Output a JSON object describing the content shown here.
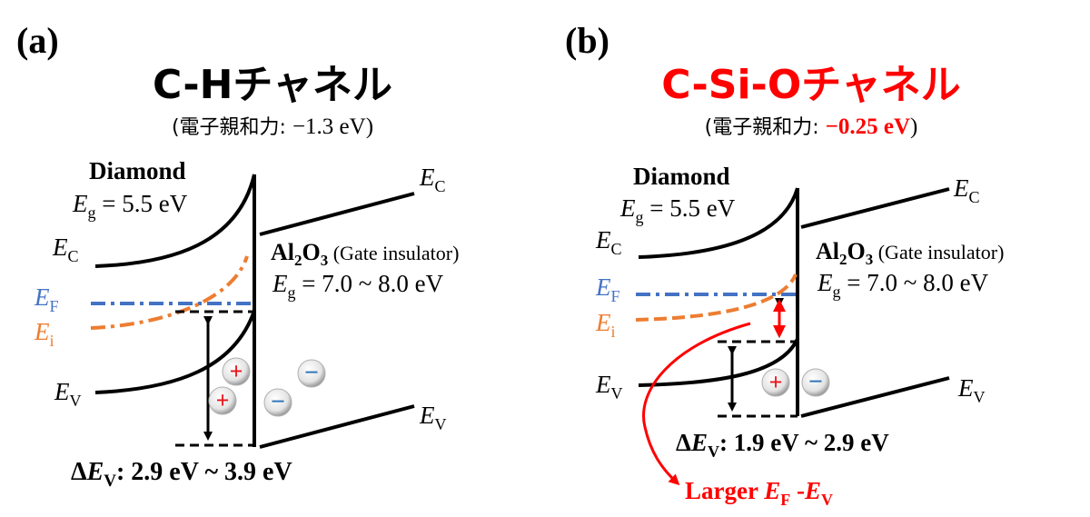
{
  "colors": {
    "black": "#000000",
    "red": "#ff0000",
    "blue": "#4472c4",
    "orange": "#ed7d31",
    "hole_plus": "#e8141c",
    "electron_minus": "#2e75b6"
  },
  "panel_a": {
    "label": "(a)",
    "title": "C-Hチャネル",
    "affinity_open": "(電子親和力: ",
    "affinity_value": "−1.3 eV",
    "affinity_close": ")",
    "diamond_label": "Diamond",
    "eg_diamond_sym": "E",
    "eg_diamond_sub": "g",
    "eg_diamond_val": " = 5.5 eV",
    "al2o3_al": "Al",
    "al2o3_2": "2",
    "al2o3_o": "O",
    "al2o3_3": "3",
    "al2o3_note": " (Gate insulator)",
    "eg_oxide_sym": "E",
    "eg_oxide_sub": "g",
    "eg_oxide_val": " = 7.0 ~ 8.0 eV",
    "ec_left": {
      "sym": "E",
      "sub": "C"
    },
    "ef_left": {
      "sym": "E",
      "sub": "F"
    },
    "ei_left": {
      "sym": "E",
      "sub": "i"
    },
    "ev_left": {
      "sym": "E",
      "sub": "V"
    },
    "ec_right": {
      "sym": "E",
      "sub": "C"
    },
    "ev_right": {
      "sym": "E",
      "sub": "V"
    },
    "delta_ev": {
      "prefix": "Δ",
      "sym": "E",
      "sub": "V",
      "value": ": 2.9 eV ~ 3.9 eV"
    },
    "plus": "+",
    "minus": "−"
  },
  "panel_b": {
    "label": "(b)",
    "title": "C-Si-Oチャネル",
    "affinity_open": "(電子親和力: ",
    "affinity_value": "−0.25 eV",
    "affinity_close": ")",
    "diamond_label": "Diamond",
    "eg_diamond_sym": "E",
    "eg_diamond_sub": "g",
    "eg_diamond_val": " = 5.5 eV",
    "al2o3_al": "Al",
    "al2o3_2": "2",
    "al2o3_o": "O",
    "al2o3_3": "3",
    "al2o3_note": " (Gate insulator)",
    "eg_oxide_sym": "E",
    "eg_oxide_sub": "g",
    "eg_oxide_val": " = 7.0 ~ 8.0 eV",
    "ec_left": {
      "sym": "E",
      "sub": "C"
    },
    "ef_left": {
      "sym": "E",
      "sub": "F"
    },
    "ei_left": {
      "sym": "E",
      "sub": "i"
    },
    "ev_left": {
      "sym": "E",
      "sub": "V"
    },
    "ec_right": {
      "sym": "E",
      "sub": "C"
    },
    "ev_right": {
      "sym": "E",
      "sub": "V"
    },
    "delta_ev": {
      "prefix": "Δ",
      "sym": "E",
      "sub": "V",
      "value": ": 1.9 eV ~ 2.9 eV"
    },
    "larger_prefix": "Larger ",
    "larger_ef_sym": "E",
    "larger_ef_sub": "F",
    "larger_mid": " -",
    "larger_ev_sym": "E",
    "larger_ev_sub": "V",
    "plus": "+",
    "minus": "−"
  }
}
